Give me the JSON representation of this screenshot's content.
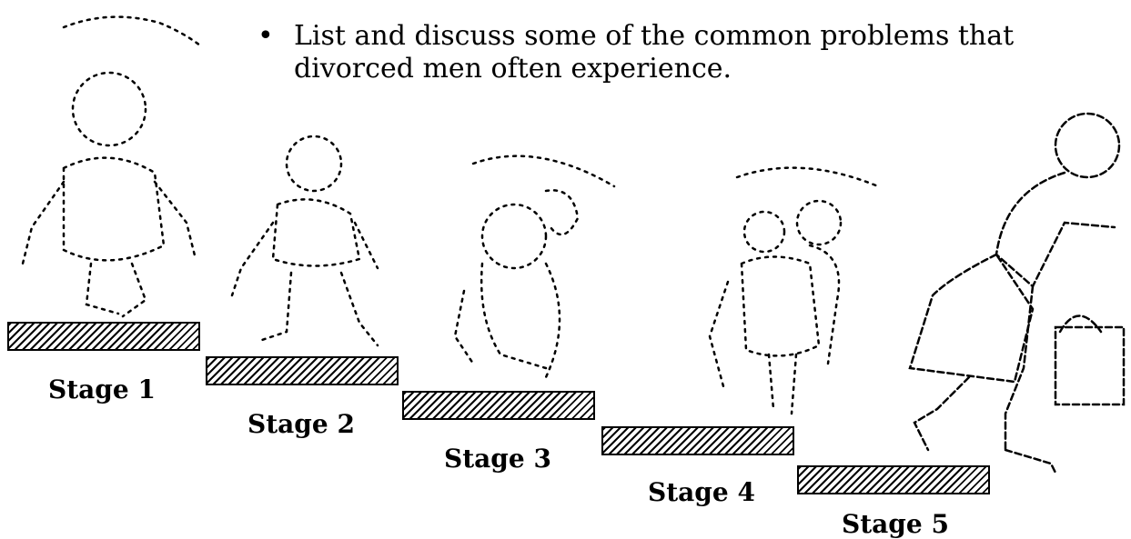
{
  "bullet": {
    "symbol": "•",
    "text": "List and discuss some of the common problems that divorced men often experience."
  },
  "stages": [
    {
      "label": "Stage 1"
    },
    {
      "label": "Stage 2"
    },
    {
      "label": "Stage 3"
    },
    {
      "label": "Stage 4"
    },
    {
      "label": "Stage 5"
    }
  ]
}
